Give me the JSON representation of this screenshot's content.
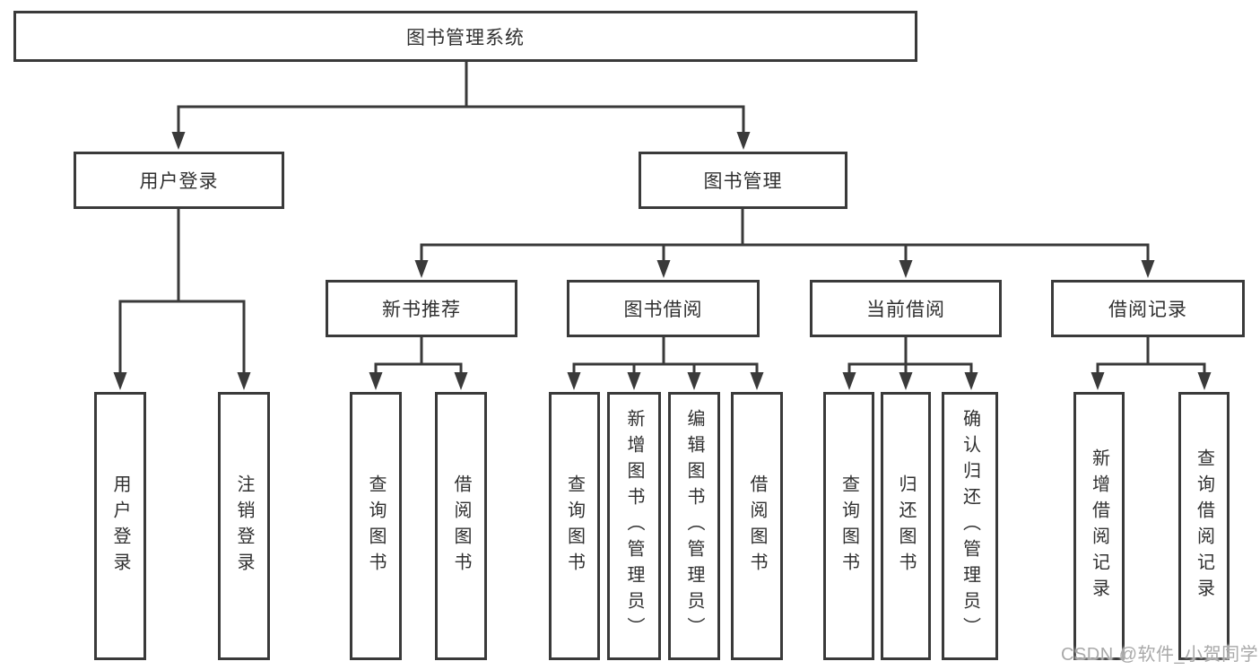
{
  "watermark": "CSDN @软件_小贺同学",
  "colors": {
    "line": "#3a3a3a",
    "text": "#303030",
    "background": "#ffffff",
    "watermark": "#a9a9a9"
  },
  "tree": {
    "label": "图书管理系统",
    "children": [
      {
        "label": "用户登录",
        "children": [
          {
            "label": "用户登录"
          },
          {
            "label": "注销登录"
          }
        ]
      },
      {
        "label": "图书管理",
        "children": [
          {
            "label": "新书推荐",
            "children": [
              {
                "label": "查询图书"
              },
              {
                "label": "借阅图书"
              }
            ]
          },
          {
            "label": "图书借阅",
            "children": [
              {
                "label": "查询图书"
              },
              {
                "label": "新增图书（管理员）"
              },
              {
                "label": "编辑图书（管理员）"
              },
              {
                "label": "借阅图书"
              }
            ]
          },
          {
            "label": "当前借阅",
            "children": [
              {
                "label": "查询图书"
              },
              {
                "label": "归还图书"
              },
              {
                "label": "确认归还（管理员）"
              }
            ]
          },
          {
            "label": "借阅记录",
            "children": [
              {
                "label": "新增借阅记录"
              },
              {
                "label": "查询借阅记录"
              }
            ]
          }
        ]
      }
    ]
  }
}
